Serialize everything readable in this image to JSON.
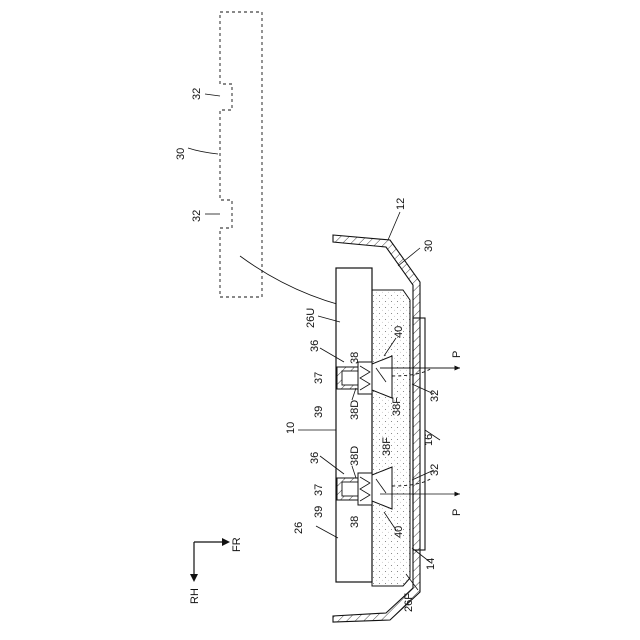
{
  "labels": {
    "l32a": "32",
    "l30a": "30",
    "l32b": "32",
    "l12": "12",
    "l30b": "30",
    "l26U": "26U",
    "l40a": "40",
    "lPa": "P",
    "l36a": "36",
    "l38a": "38",
    "l37a": "37",
    "l39a": "39",
    "l38Da": "38D",
    "l38Fa": "38F",
    "l32c": "32",
    "l10": "10",
    "l16": "16",
    "l38Db": "38D",
    "l36b": "36",
    "l38Fb": "38F",
    "l32d": "32",
    "l37b": "37",
    "l39b": "39",
    "l38b": "38",
    "lPb": "P",
    "l26": "26",
    "l40b": "40",
    "l14": "14",
    "lFR": "FR",
    "lRH": "RH",
    "l26F": "26F"
  }
}
